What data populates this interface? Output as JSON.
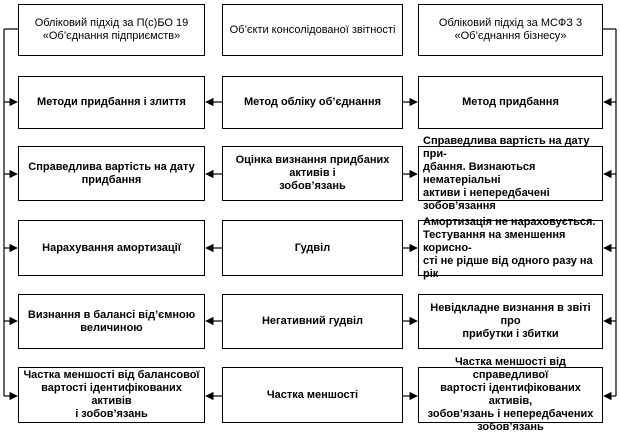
{
  "headers": {
    "left": "Обліковий підхід за П(с)БО 19\n«Об’єднання підприємств»",
    "middle": "Об’єкти консолідованої звітності",
    "right": "Обліковий підхід за МСФЗ 3\n«Об’єднання бізнесу»"
  },
  "rows": [
    {
      "left": "Методи придбання і злиття",
      "middle": "Метод обліку об’єднання",
      "right": "Метод придбання"
    },
    {
      "left": "Справедлива вартість на дату\nпридбання",
      "middle": "Оцінка визнання придбаних активів і\nзобов’язань",
      "right": "Справедлива вартість на дату при-\nдбання. Визнаються нематеріальні\nактиви і непередбачені зобов’язання"
    },
    {
      "left": "Нарахування амортизації",
      "middle": "Гудвіл",
      "right": "Амортизація не нараховується.\nТестування на зменшення корисно-\nсті не рідше від одного разу на рік"
    },
    {
      "left": "Визнання в балансі від’ємною\nвеличиною",
      "middle": "Негативний гудвіл",
      "right": "Невідкладне визнання в звіті про\nприбутки і збитки"
    },
    {
      "left": "Частка меншості від балансової\nвартості ідентифікованих активів\nі зобов’язань",
      "middle": "Частка меншості",
      "right": "Частка меншості від справедливої\nвартості ідентифікованих активів,\nзобов’язань і непередбачених\nзобов’язань"
    }
  ]
}
